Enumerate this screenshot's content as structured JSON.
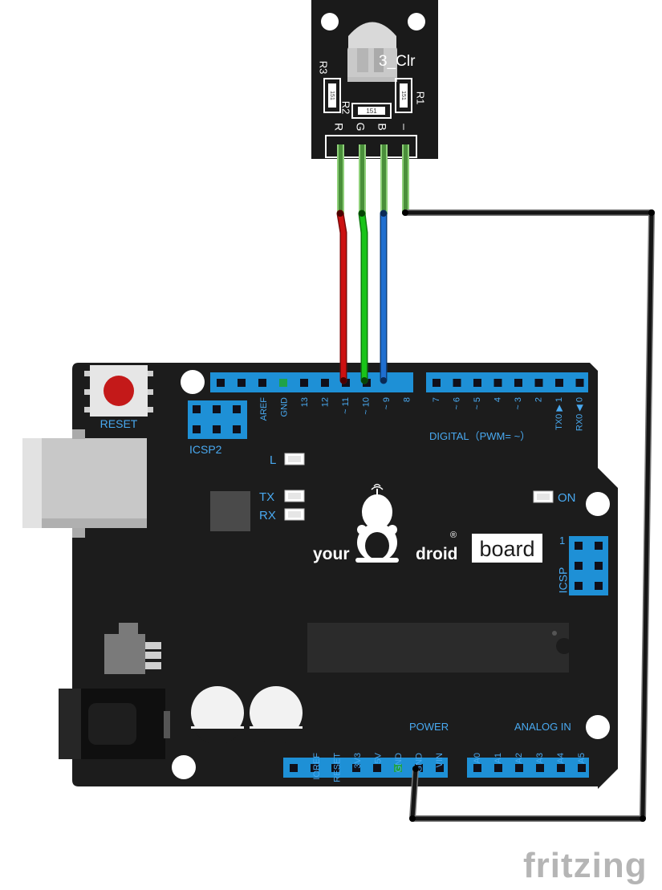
{
  "colors": {
    "board": "#1c1c1c",
    "header": "#1e90d6",
    "pin_hole": "#10101a",
    "pin_gnd": "#1fa24a",
    "wire_red": "#cc1111",
    "wire_green": "#19c419",
    "wire_blue": "#1f6fd0",
    "wire_black": "#151515",
    "module_lead": "#8fd07a",
    "silk": "#ffffff",
    "label_blue": "#49a9f0"
  },
  "module": {
    "label": "3_Clr",
    "resistors": [
      {
        "name": "R3",
        "value": "151"
      },
      {
        "name": "R2",
        "value": "151"
      },
      {
        "name": "R1",
        "value": "151"
      }
    ],
    "pins": [
      "R",
      "G",
      "B",
      "–"
    ]
  },
  "board": {
    "reset_label": "RESET",
    "icsp2_label": "ICSP2",
    "icsp_label": "ICSP",
    "icsp_pin1": "1",
    "digital_label": "DIGITAL（PWM=  ~）",
    "top_pins_left": [
      "AREF",
      "GND",
      "13",
      "12",
      "~ 11",
      "~ 10",
      "~ 9",
      "8"
    ],
    "top_pins_right": [
      "7",
      "~ 6",
      "~ 5",
      "4",
      "~ 3",
      "2",
      "TX0 ▶ 1",
      "RX0 ◀ 0"
    ],
    "leds": {
      "l": "L",
      "tx": "TX",
      "rx": "RX",
      "on": "ON"
    },
    "logo": {
      "left": "your",
      "right": "droid",
      "badge": "board",
      "mark": "®"
    },
    "power_label": "POWER",
    "power_pins": [
      "IOREF",
      "RESET",
      "3V3",
      "5V",
      "GND",
      "GND",
      "VIN"
    ],
    "analog_label": "ANALOG  IN",
    "analog_pins": [
      "A0",
      "A1",
      "A2",
      "A3",
      "A4",
      "A5"
    ]
  },
  "watermark": "fritzing"
}
